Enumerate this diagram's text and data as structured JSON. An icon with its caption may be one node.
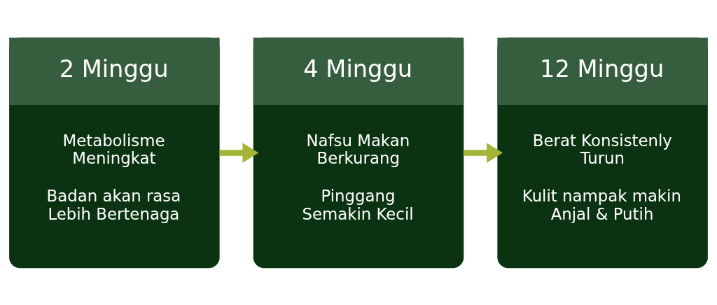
{
  "diagram": {
    "nodes": [
      {
        "text": [
          "2 Minggu",
          "Metabolisme Meningkat",
          "Badan akan rasa Lebih Bertenaga"
        ]
      },
      {
        "text": [
          "4 Minggu",
          "Nafsu Makan Berkurang",
          "Pinggang Semakin Kecil"
        ]
      },
      {
        "text": [
          "12 Minggu",
          "Berat Konsistenly Turun",
          "Kulit nampak makin Anjal & Putih"
        ]
      }
    ],
    "edges": [
      {
        "from": 0,
        "to": 1,
        "arrow": "to"
      },
      {
        "from": 1,
        "to": 2,
        "arrow": "to"
      }
    ]
  }
}
